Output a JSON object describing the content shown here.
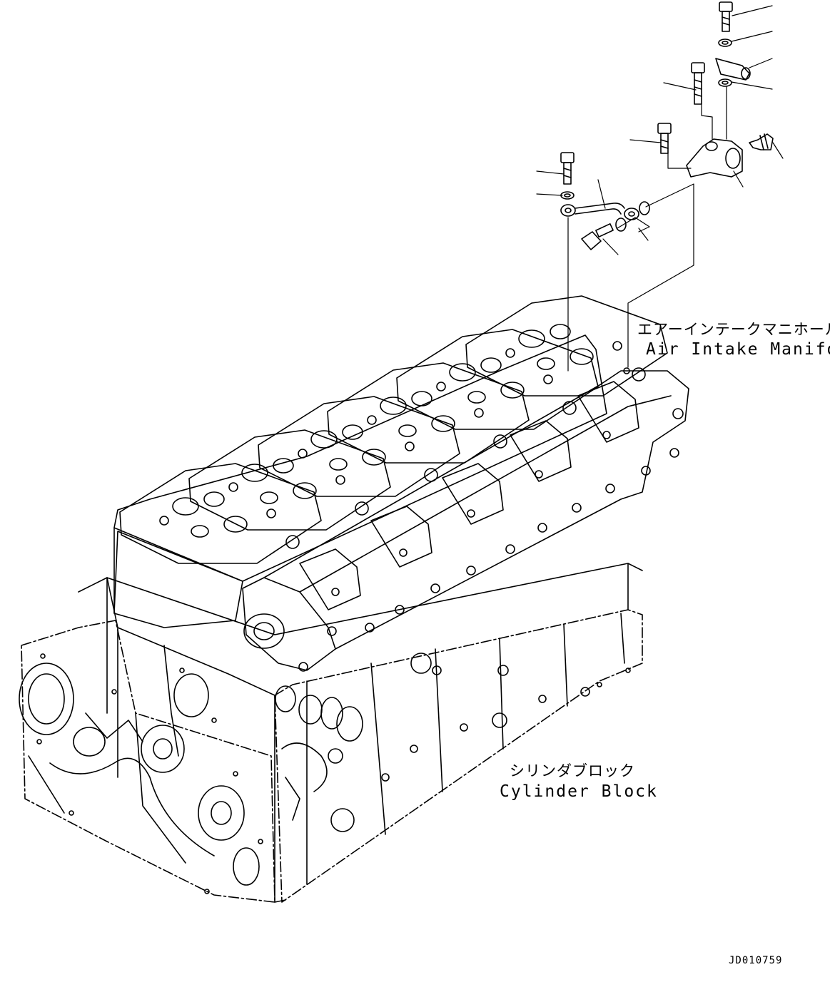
{
  "labels": {
    "air_intake_manifold_jp": "エアーインテークマニホールド",
    "air_intake_manifold_en": "Air Intake Manifold",
    "cylinder_block_jp": "シリンダブロック",
    "cylinder_block_en": "Cylinder Block"
  },
  "drawing_id": "JD010759",
  "colors": {
    "line": "#000000",
    "background": "#ffffff"
  }
}
